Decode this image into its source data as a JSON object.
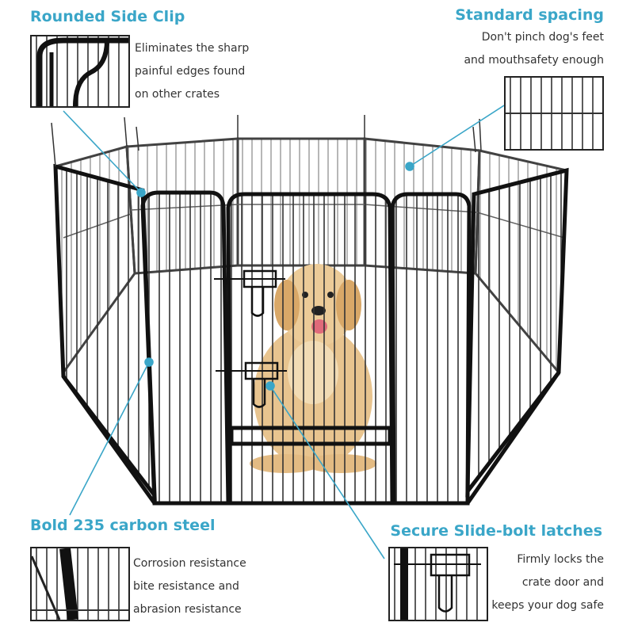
{
  "accent_color": "#3aa6c8",
  "features": {
    "rounded_clip": {
      "title": "Rounded Side Clip",
      "lines": [
        "Eliminates the sharp",
        "painful edges found",
        "on other crates"
      ]
    },
    "spacing": {
      "title": "Standard spacing",
      "lines": [
        "Don't pinch dog's feet",
        "and mouthsafety enough"
      ]
    },
    "steel": {
      "title": "Bold 235 carbon steel",
      "lines": [
        "Corrosion resistance",
        "bite resistance and",
        "abrasion resistance"
      ]
    },
    "latches": {
      "title": "Secure Slide-bolt latches",
      "lines": [
        "Firmly locks the",
        "crate door and",
        "keeps your dog safe"
      ]
    }
  }
}
